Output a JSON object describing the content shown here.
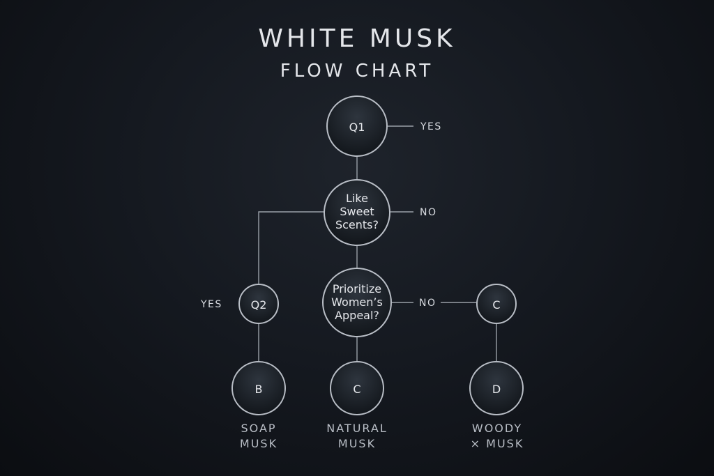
{
  "title": "WHITE MUSK",
  "subtitle": "FLOW CHART",
  "nodes": {
    "q1": "Q1",
    "sweet": [
      "Like",
      "Sweet",
      "Scents?"
    ],
    "prioritize": [
      "Prioritize",
      "Women’s",
      "Appeal?"
    ],
    "q2": "Q2",
    "c_right": "C",
    "b": "B",
    "c": "C",
    "d": "D"
  },
  "edges": {
    "q1_yes": "YES",
    "sweet_no": "NO",
    "prior_no": "NO",
    "q2_yes": "YES"
  },
  "results": {
    "b": [
      "SOAP",
      "MUSK"
    ],
    "c": [
      "NATURAL",
      "MUSK"
    ],
    "d": [
      "WOODY",
      "× MUSK"
    ]
  }
}
